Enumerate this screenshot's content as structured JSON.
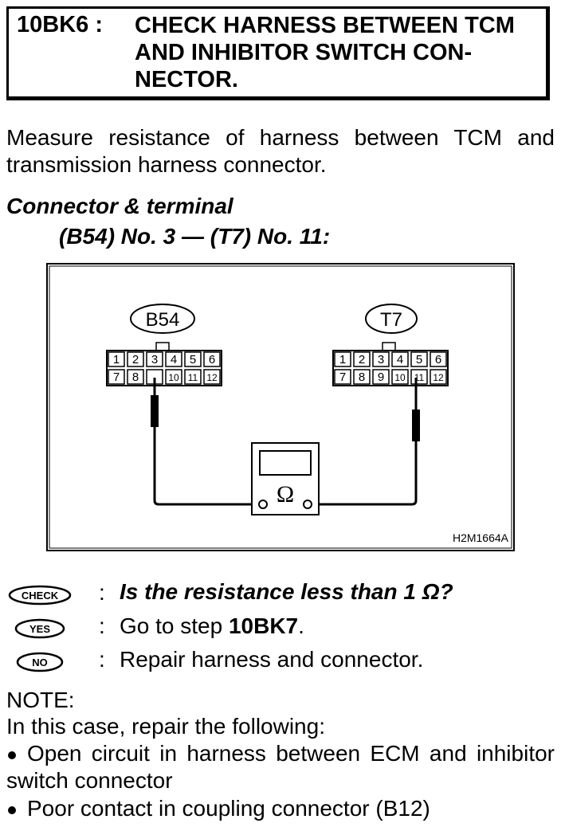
{
  "header": {
    "code": "10BK6 :",
    "title": "CHECK HARNESS BETWEEN TCM AND INHIBITOR SWITCH CON-NECTOR."
  },
  "instruction": "Measure resistance of harness between TCM and transmission harness connector.",
  "connector": {
    "heading": "Connector & terminal",
    "spec": "(B54) No. 3 — (T7) No. 11:"
  },
  "diagram": {
    "left_label": "B54",
    "right_label": "T7",
    "left_pins_top": [
      "1",
      "2",
      "3",
      "4",
      "5",
      "6"
    ],
    "left_pins_bottom": [
      "7",
      "8",
      "",
      "10",
      "11",
      "12"
    ],
    "right_pins_top": [
      "1",
      "2",
      "3",
      "4",
      "5",
      "6"
    ],
    "right_pins_bottom": [
      "7",
      "8",
      "9",
      "10",
      "11",
      "12"
    ],
    "ohm_symbol": "Ω",
    "figure_id": "H2M1664A"
  },
  "check": {
    "check_badge": "CHECK",
    "yes_badge": "YES",
    "no_badge": "NO",
    "colon": ":",
    "question": "Is the resistance less than 1 Ω?",
    "yes_prefix": "Go to step ",
    "yes_step": "10BK7",
    "yes_suffix": ".",
    "no_text": "Repair harness and connector."
  },
  "note": {
    "label": "NOTE:",
    "intro": "In this case, repair the following:",
    "items": [
      "Open circuit in harness between ECM and inhibitor switch connector",
      "Poor contact in coupling connector (B12)"
    ]
  }
}
